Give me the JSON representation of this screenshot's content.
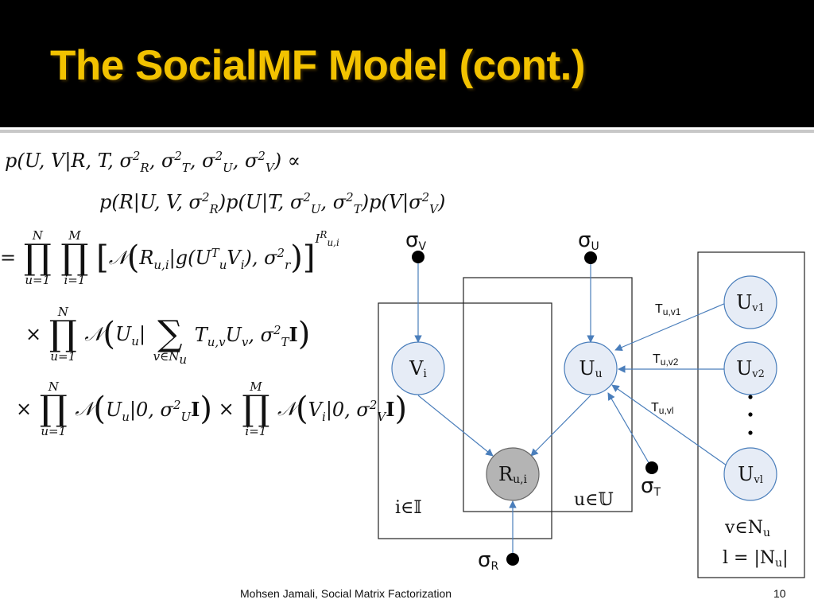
{
  "slide": {
    "title": "The SocialMF Model (cont.)",
    "footer_text": "Mohsen Jamali, Social Matrix Factorization",
    "page_number": "10"
  },
  "equations": {
    "posterior": "p(U, V | R, T, σ²_R, σ²_T, σ²_U, σ²_V) ∝",
    "factorization": "p(R | U, V, σ²_R) p(U | T, σ²_U, σ²_T) p(V | σ²_V)",
    "rating_term": "= ∏_{u=1}^{N} ∏_{i=1}^{M} [ N( R_{u,i} | g(U_u^T V_i), σ²_r ) ]^{I^R_{u,i}}",
    "social_term": "× ∏_{u=1}^{N} N( U_u | Σ_{v∈N_u} T_{u,v} U_v , σ²_T I )",
    "prior_term": "× ∏_{u=1}^{N} N( U_u | 0, σ²_U I ) × ∏_{i=1}^{M} N( V_i | 0, σ²_V I )"
  },
  "diagram": {
    "nodes": {
      "v_i": "Vi",
      "u_u": "Uu",
      "r_ui": "Ru,i",
      "u_v1": "Uv1",
      "u_v2": "Uv2",
      "u_vl": "Uvl"
    },
    "hyperparams": {
      "sigma_v": "σV",
      "sigma_u": "σU",
      "sigma_t": "σT",
      "sigma_r": "σR"
    },
    "edge_labels": {
      "t_uv1": "Tu,v1",
      "t_uv2": "Tu,v2",
      "t_uvl": "Tu,vl"
    },
    "plates": {
      "items": "i∈𝕀",
      "users": "u∈𝕌",
      "neighbors": "v∈Nu",
      "neighbor_count": "l = |Nu|"
    },
    "ellipsis": "•\n•\n•"
  },
  "colors": {
    "header_bg": "#000000",
    "title": "#f2c200",
    "node_fill": "#e6ecf6",
    "observed_fill": "#b4b4b4",
    "arrow": "#4a7ebb"
  }
}
